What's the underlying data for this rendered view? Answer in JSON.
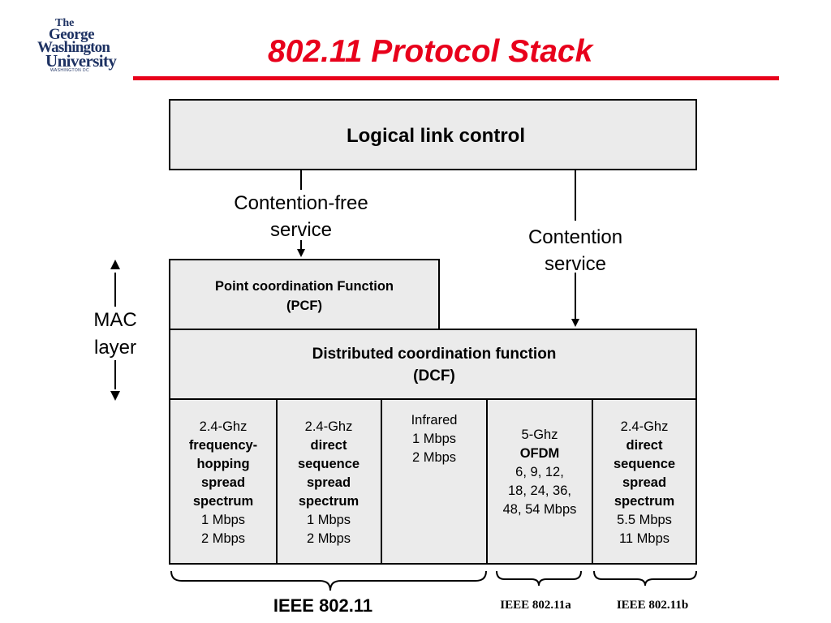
{
  "slide": {
    "title": "802.11 Protocol Stack"
  },
  "logo": {
    "lines": [
      "The",
      "George",
      "Washington",
      "University",
      "WASHINGTON DC"
    ]
  },
  "diagram": {
    "llc": "Logical link control",
    "contention_free_label": [
      "Contention-free",
      "service"
    ],
    "contention_label": [
      "Contention",
      "service"
    ],
    "pcf": [
      "Point coordination Function",
      "(PCF)"
    ],
    "dcf": [
      "Distributed coordination function",
      "(DCF)"
    ],
    "mac_label": [
      "MAC",
      "layer"
    ],
    "phy": [
      {
        "lines": [
          "2.4-Ghz",
          "frequency-",
          "hopping",
          "spread",
          "spectrum",
          "1 Mbps",
          "2 Mbps"
        ],
        "bold": [
          false,
          true,
          true,
          true,
          true,
          false,
          false
        ]
      },
      {
        "lines": [
          "2.4-Ghz",
          "direct",
          "sequence",
          "spread",
          "spectrum",
          "1 Mbps",
          "2 Mbps"
        ],
        "bold": [
          false,
          true,
          true,
          true,
          true,
          false,
          false
        ]
      },
      {
        "lines": [
          "Infrared",
          "1 Mbps",
          "2 Mbps"
        ],
        "bold": [
          false,
          false,
          false
        ]
      },
      {
        "lines": [
          "5-Ghz",
          "OFDM",
          "6, 9, 12,",
          "18, 24, 36,",
          "48, 54 Mbps"
        ],
        "bold": [
          false,
          true,
          false,
          false,
          false
        ]
      },
      {
        "lines": [
          "2.4-Ghz",
          "direct",
          "sequence",
          "spread",
          "spectrum",
          "5.5 Mbps",
          "11 Mbps"
        ],
        "bold": [
          false,
          true,
          true,
          true,
          true,
          false,
          false
        ]
      }
    ],
    "standards": [
      "IEEE 802.11",
      "IEEE 802.11a",
      "IEEE 802.11b"
    ]
  },
  "colors": {
    "title": "#e8001b",
    "box_fill": "#ebebeb",
    "logo": "#1e3263"
  }
}
